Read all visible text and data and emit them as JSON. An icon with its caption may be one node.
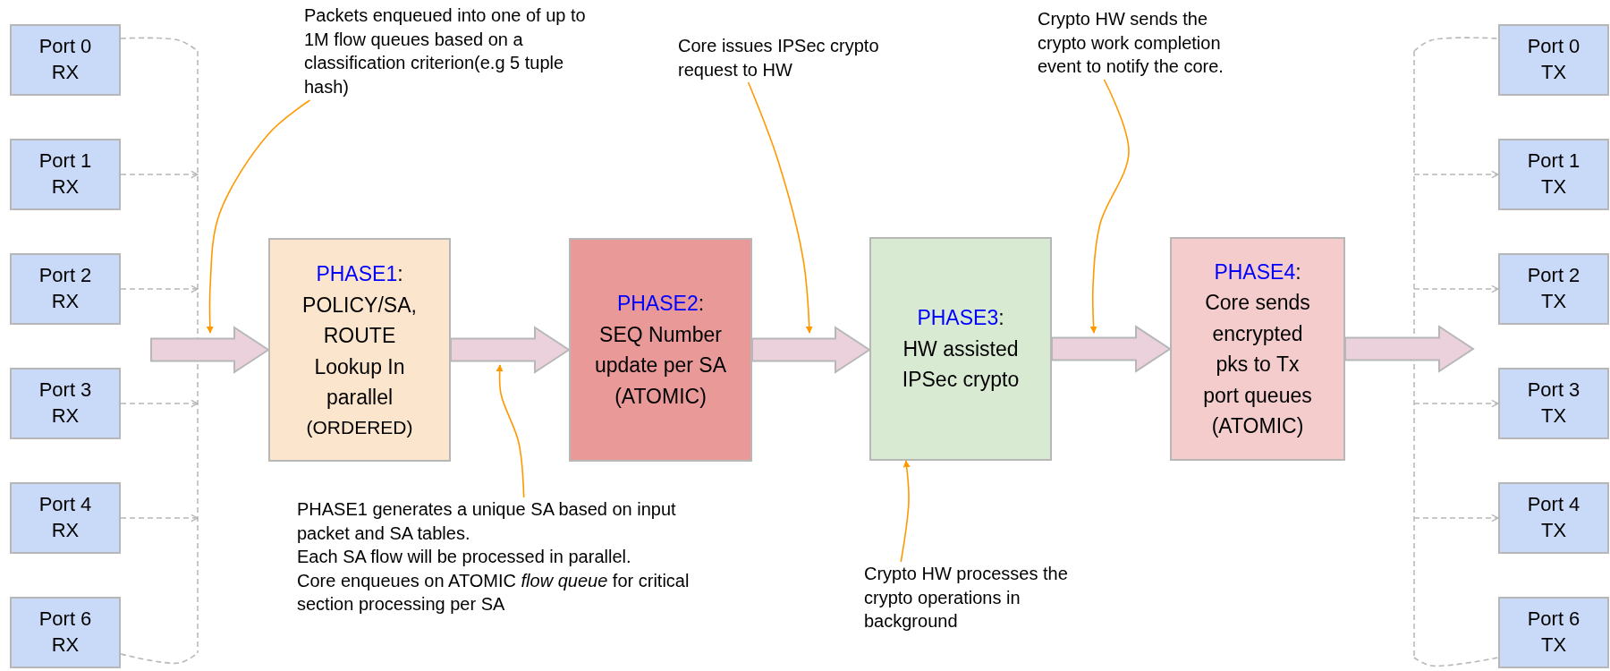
{
  "diagram": {
    "nodes": [
      {
        "text": [
          "Port 0",
          "RX"
        ]
      },
      {
        "text": [
          "Port 1",
          "RX"
        ]
      },
      {
        "text": [
          "Port 2",
          "RX"
        ]
      },
      {
        "text": [
          "Port 3",
          "RX"
        ]
      },
      {
        "text": [
          "Port 4",
          "RX"
        ]
      },
      {
        "text": [
          "Port 6",
          "RX"
        ]
      },
      {
        "text": [
          "Packets enqueued  into one of up to 1M flow queues based on a classification criterion(e.g 5 tuple hash)"
        ]
      },
      {
        "text": [
          "Core issues IPSec crypto request to HW"
        ]
      },
      {
        "text": [
          "Crypto HW sends the crypto work completion event to notify the core."
        ]
      },
      {
        "text": [
          "PHASE1:",
          "POLICY/SA, ROUTE Lookup In parallel",
          "(ORDERED)"
        ]
      },
      {
        "text": [
          "PHASE2:",
          "SEQ Number update per SA (ATOMIC)"
        ]
      },
      {
        "text": [
          "PHASE3:",
          "HW assisted IPSec crypto"
        ]
      },
      {
        "text": [
          "PHASE4:",
          "Core sends encrypted pks to Tx port queues (ATOMIC)"
        ]
      },
      {
        "text": [
          "Port 0",
          "TX"
        ]
      },
      {
        "text": [
          "Port 1",
          "TX"
        ]
      },
      {
        "text": [
          "Port 2",
          "TX"
        ]
      },
      {
        "text": [
          "Port 3",
          "TX"
        ]
      },
      {
        "text": [
          "Port 4",
          "TX"
        ]
      },
      {
        "text": [
          "Port 6",
          "TX"
        ]
      },
      {
        "text": [
          "PHASE1 generates a unique SA based on input packet and SA tables.",
          "Each SA flow will be processed in parallel.",
          "Core enqueues on ATOMIC *flow queue* for critical section processing per SA"
        ]
      },
      {
        "text": [
          "Crypto HW processes the crypto operations in background"
        ]
      }
    ],
    "edges": [
      {
        "from": 0,
        "to": null,
        "arrow": "none",
        "style": "dashed"
      },
      {
        "from": 1,
        "to": null,
        "arrow": "to",
        "style": "dashed"
      },
      {
        "from": 2,
        "to": null,
        "arrow": "to",
        "style": "dashed"
      },
      {
        "from": 3,
        "to": null,
        "arrow": "to",
        "style": "dashed"
      },
      {
        "from": 4,
        "to": null,
        "arrow": "to",
        "style": "dashed"
      },
      {
        "from": 5,
        "to": null,
        "arrow": "none",
        "style": "dashed"
      },
      {
        "from": null,
        "to": 13,
        "arrow": "none",
        "style": "dashed"
      },
      {
        "from": null,
        "to": 14,
        "arrow": "to",
        "style": "dashed"
      },
      {
        "from": null,
        "to": 15,
        "arrow": "to",
        "style": "dashed"
      },
      {
        "from": null,
        "to": 16,
        "arrow": "to",
        "style": "dashed"
      },
      {
        "from": null,
        "to": 17,
        "arrow": "to",
        "style": "dashed"
      },
      {
        "from": null,
        "to": 18,
        "arrow": "none",
        "style": "dashed"
      },
      {
        "from": null,
        "to": 9,
        "arrow": "to",
        "style": "thick"
      },
      {
        "from": 9,
        "to": 10,
        "arrow": "to",
        "style": "thick"
      },
      {
        "from": 10,
        "to": 11,
        "arrow": "to",
        "style": "thick"
      },
      {
        "from": 11,
        "to": 12,
        "arrow": "to",
        "style": "thick"
      },
      {
        "from": 12,
        "to": null,
        "arrow": "to",
        "style": "thick"
      },
      {
        "from": 6,
        "to": null,
        "arrow": "to",
        "color": "#ff9900"
      },
      {
        "from": 7,
        "to": null,
        "arrow": "to",
        "color": "#ff9900"
      },
      {
        "from": 8,
        "to": null,
        "arrow": "to",
        "color": "#ff9900"
      },
      {
        "from": 19,
        "to": null,
        "arrow": "to",
        "color": "#ff9900"
      },
      {
        "from": 20,
        "to": 11,
        "arrow": "to",
        "color": "#ff9900"
      }
    ]
  }
}
